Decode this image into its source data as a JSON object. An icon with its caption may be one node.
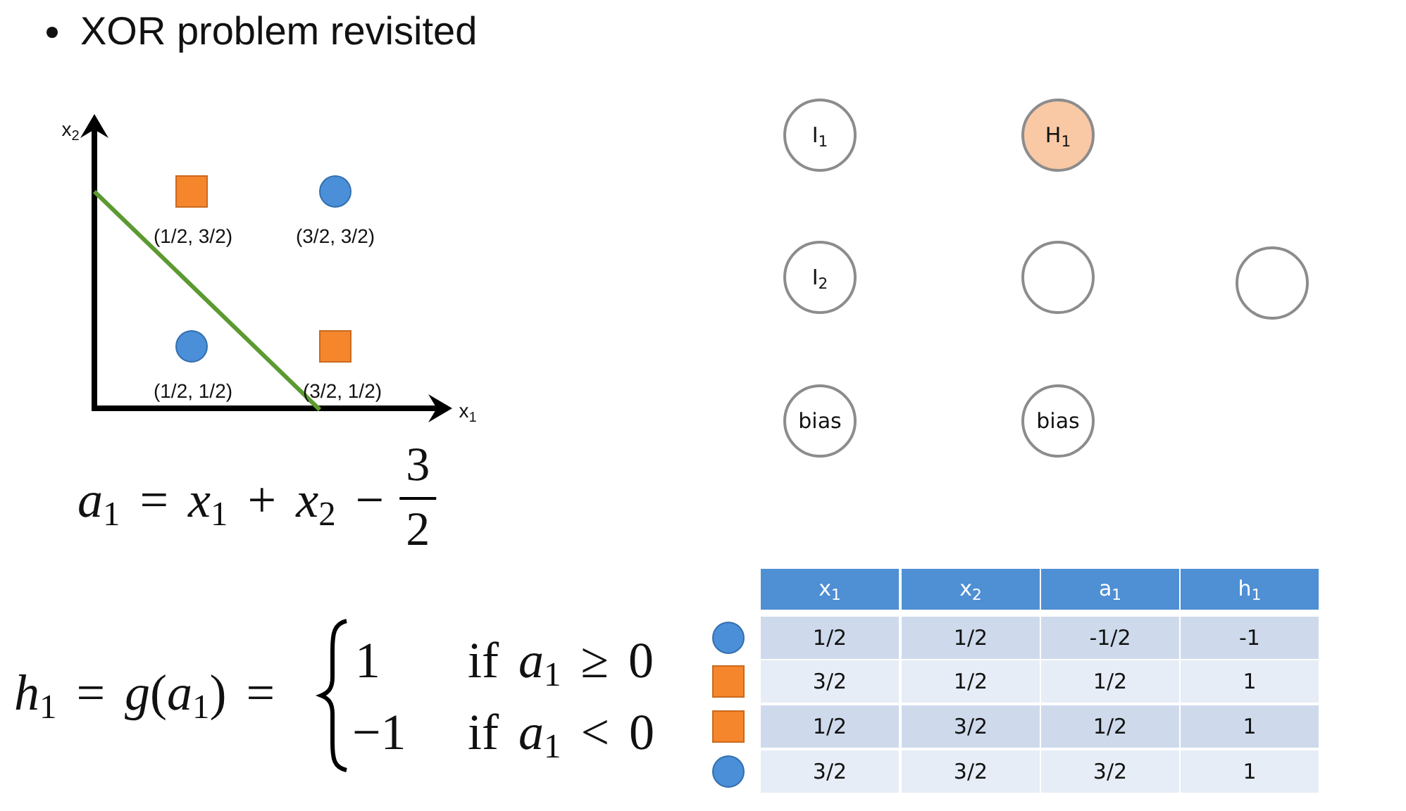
{
  "diagram": {
    "title": "XOR problem revisited",
    "nodes": [
      {
        "text": [
          "I$_{1}$"
        ]
      },
      {
        "text": [
          "H$_{1}$"
        ]
      },
      {
        "text": [
          "I$_{2}$"
        ]
      },
      {
        "text": [],
        "shape": "circle"
      },
      {
        "text": [],
        "shape": "circle"
      },
      {
        "text": [
          "bias"
        ]
      },
      {
        "text": [
          "bias"
        ]
      }
    ],
    "labels": [
      "x$_{2}$",
      "(1/2, 3/2)",
      "(3/2, 3/2)",
      "(1/2, 1/2)",
      "(3/2, 1/2)",
      "x$_{1}$",
      "*a*$_{1}$ = *x*$_{1}$ + *x*$_{2}$ −",
      "3",
      "2",
      "*h*$_{1}$ = *g*(*a*$_{1}$) =",
      "1",
      "if *a*$_{1}$ ≥ 0",
      "−1",
      "if *a*$_{1}$ < 0",
      "x$_{1}$",
      "x$_{2}$",
      "a$_{1}$",
      "h$_{1}$",
      "1/2",
      "1/2",
      "-1/2",
      "-1",
      "3/2",
      "1/2",
      "1/2",
      "1",
      "1/2",
      "3/2",
      "1/2",
      "1",
      "3/2",
      "3/2",
      "3/2",
      "1"
    ]
  }
}
